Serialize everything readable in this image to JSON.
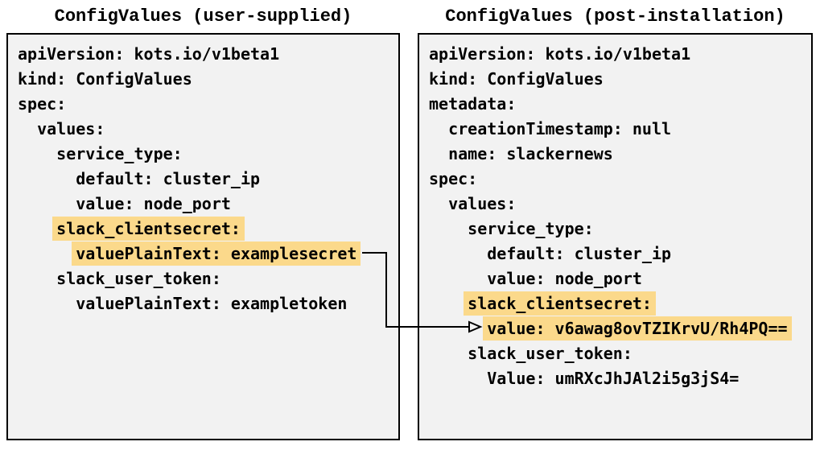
{
  "colors": {
    "highlight": "#FBD98B",
    "panel_background": "#F2F2F2",
    "panel_border": "#000000",
    "text": "#000000",
    "page_background": "#FFFFFF",
    "connector": "#000000"
  },
  "connector": {
    "style": "elbow-arrow-open-head",
    "from_text": "valuePlainText: examplesecret",
    "to_text": "value: v6awag8ovTZIKrvU/Rh4PQ=="
  },
  "panels": [
    {
      "title": "ConfigValues (user-supplied)",
      "lines": [
        {
          "text": "apiVersion: kots.io/v1beta1",
          "highlight": false
        },
        {
          "text": "kind: ConfigValues",
          "highlight": false
        },
        {
          "text": "spec:",
          "highlight": false
        },
        {
          "text": "  values:",
          "highlight": false
        },
        {
          "text": "    service_type:",
          "highlight": false
        },
        {
          "text": "      default: cluster_ip",
          "highlight": false
        },
        {
          "text": "      value: node_port",
          "highlight": false
        },
        {
          "text": "    slack_clientsecret:",
          "highlight": true
        },
        {
          "text": "      valuePlainText: examplesecret",
          "highlight": true
        },
        {
          "text": "    slack_user_token:",
          "highlight": false
        },
        {
          "text": "      valuePlainText: exampletoken",
          "highlight": false
        }
      ]
    },
    {
      "title": "ConfigValues (post-installation)",
      "lines": [
        {
          "text": "apiVersion: kots.io/v1beta1",
          "highlight": false
        },
        {
          "text": "kind: ConfigValues",
          "highlight": false
        },
        {
          "text": "metadata:",
          "highlight": false
        },
        {
          "text": "  creationTimestamp: null",
          "highlight": false
        },
        {
          "text": "  name: slackernews",
          "highlight": false
        },
        {
          "text": "spec:",
          "highlight": false
        },
        {
          "text": "  values:",
          "highlight": false
        },
        {
          "text": "    service_type:",
          "highlight": false
        },
        {
          "text": "      default: cluster_ip",
          "highlight": false
        },
        {
          "text": "      value: node_port",
          "highlight": false
        },
        {
          "text": "    slack_clientsecret:",
          "highlight": true
        },
        {
          "text": "      value: v6awag8ovTZIKrvU/Rh4PQ==",
          "highlight": true
        },
        {
          "text": "    slack_user_token:",
          "highlight": false
        },
        {
          "text": "      Value: umRXcJhJAl2i5g3jS4=",
          "highlight": false
        }
      ]
    }
  ]
}
